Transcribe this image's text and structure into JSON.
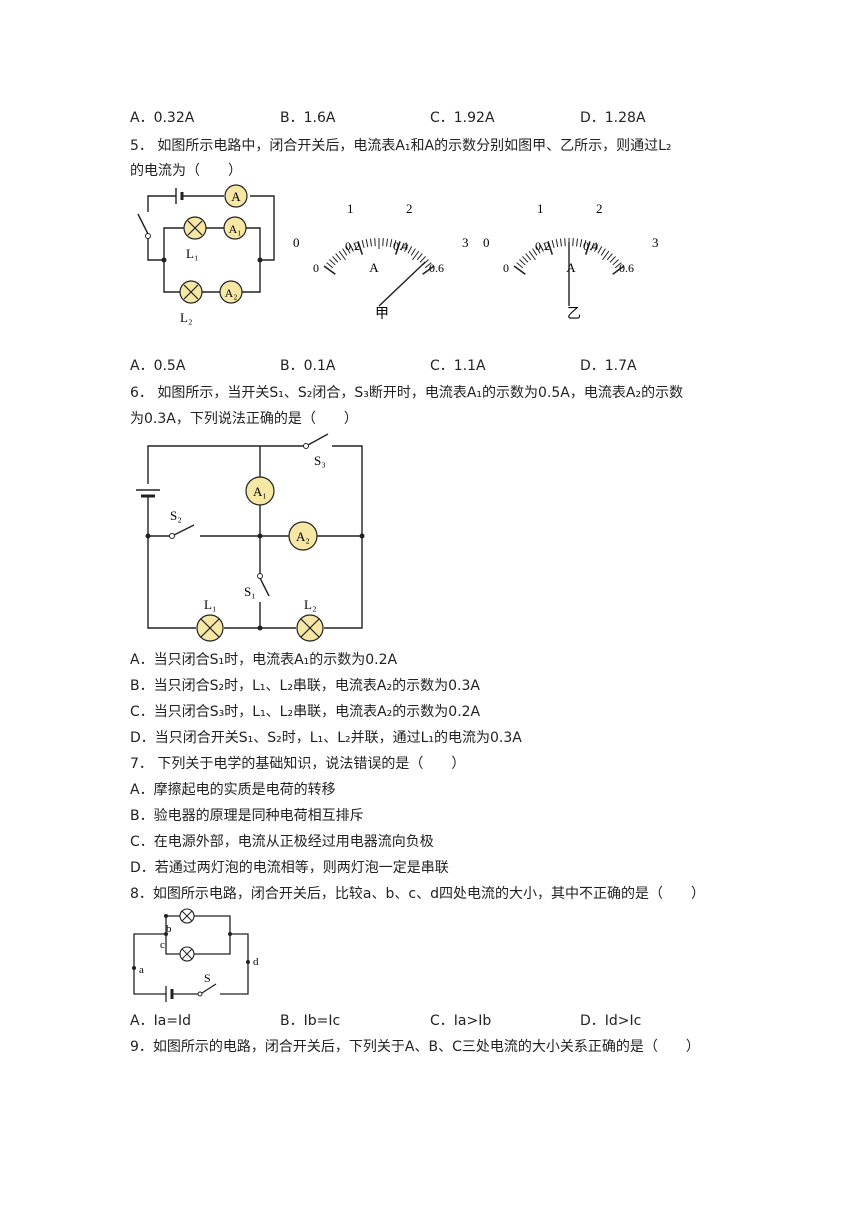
{
  "q4": {
    "options": [
      "A．0.32A",
      "B．1.6A",
      "C．1.92A",
      "D．1.28A"
    ]
  },
  "q5": {
    "text_line1": "5．  如图所示电路中，闭合开关后，电流表A₁和A的示数分别如图甲、乙所示，则通过L₂",
    "text_line2": "的电流为（　　）",
    "circuit": {
      "A": "A",
      "A1": "A₁",
      "A2": "A₂",
      "L1": "L₁",
      "L2": "L₂"
    },
    "meter_jia": {
      "caption": "甲",
      "unit": "A",
      "outer_ticks": [
        "0",
        "1",
        "2",
        "3"
      ],
      "inner_ticks": [
        "0",
        "0.2",
        "0.4",
        "0.6"
      ],
      "reading_fraction": 0.93
    },
    "meter_yi": {
      "caption": "乙",
      "unit": "A",
      "outer_ticks": [
        "0",
        "1",
        "2",
        "3"
      ],
      "inner_ticks": [
        "0",
        "0.2",
        "0.4",
        "0.6"
      ],
      "reading_fraction": 0.5
    },
    "options": [
      "A．0.5A",
      "B．0.1A",
      "C．1.1A",
      "D．1.7A"
    ]
  },
  "q6": {
    "text_line1": "6．  如图所示，当开关S₁、S₂闭合，S₃断开时，电流表A₁的示数为0.5A，电流表A₂的示数",
    "text_line2": "为0.3A，下列说法正确的是（　　）",
    "circuit": {
      "A1": "A₁",
      "A2": "A₂",
      "S1": "S₁",
      "S2": "S₂",
      "S3": "S₃",
      "L1": "L₁",
      "L2": "L₂"
    },
    "options": [
      "A．当只闭合S₁时，电流表A₁的示数为0.2A",
      "B．当只闭合S₂时，L₁、L₂串联，电流表A₂的示数为0.3A",
      "C．当只闭合S₃时，L₁、L₂串联，电流表A₂的示数为0.2A",
      "D．当只闭合开关S₁、S₂时，L₁、L₂并联，通过L₁的电流为0.3A"
    ]
  },
  "q7": {
    "text": "7．  下列关于电学的基础知识，说法错误的是（　　）",
    "options": [
      "A．摩擦起电的实质是电荷的转移",
      "B．验电器的原理是同种电荷相互排斥",
      "C．在电源外部，电流从正极经过用电器流向负极",
      "D．若通过两灯泡的电流相等，则两灯泡一定是串联"
    ]
  },
  "q8": {
    "text": "8．如图所示电路，闭合开关后，比较a、b、c、d四处电流的大小，其中不正确的是（　　）",
    "circuit": {
      "a": "a",
      "b": "b",
      "c": "c",
      "d": "d",
      "S": "S"
    },
    "options": [
      "A．Ia=Id",
      "B．Ib=Ic",
      "C．Ia>Ib",
      "D．Id>Ic"
    ]
  },
  "q9": {
    "text": "9．如图所示的电路，闭合开关后，下列关于A、B、C三处电流的大小关系正确的是（　　）"
  }
}
